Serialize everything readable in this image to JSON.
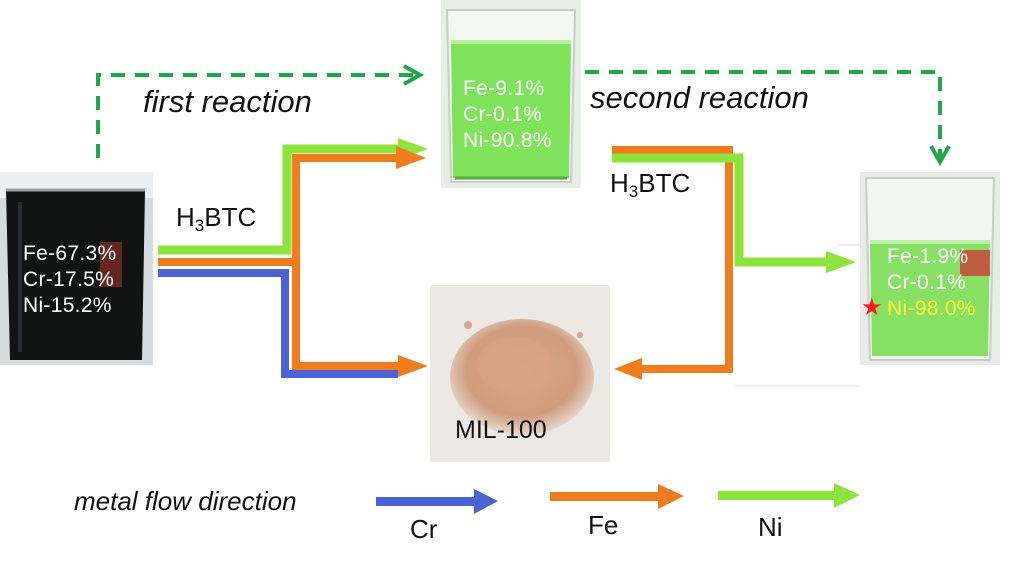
{
  "colors": {
    "cr": "#4c63d6",
    "fe": "#f07c1e",
    "ni": "#8de43a",
    "dashed": "#1fa84a",
    "highlight": "#ffff33",
    "star": "#ff1a1a"
  },
  "source": {
    "composition": [
      "Fe-67.3%",
      "Cr-17.5%",
      "Ni-15.2%"
    ]
  },
  "first_solution": {
    "composition": [
      "Fe-9.1%",
      "Cr-0.1%",
      "Ni-90.8%"
    ]
  },
  "final_solution": {
    "composition": [
      "Fe-1.9%",
      "Cr-0.1%",
      "Ni-98.0%"
    ],
    "highlight_icon": "star-icon"
  },
  "reactions": {
    "first": "first reaction",
    "second": "second reaction"
  },
  "reagent": {
    "main": "H",
    "sub": "3",
    "tail": "BTC"
  },
  "product": {
    "label": "MIL-100"
  },
  "legend": {
    "title": "metal flow direction",
    "items": [
      {
        "metal": "Cr",
        "color_key": "cr"
      },
      {
        "metal": "Fe",
        "color_key": "fe"
      },
      {
        "metal": "Ni",
        "color_key": "ni"
      }
    ]
  }
}
